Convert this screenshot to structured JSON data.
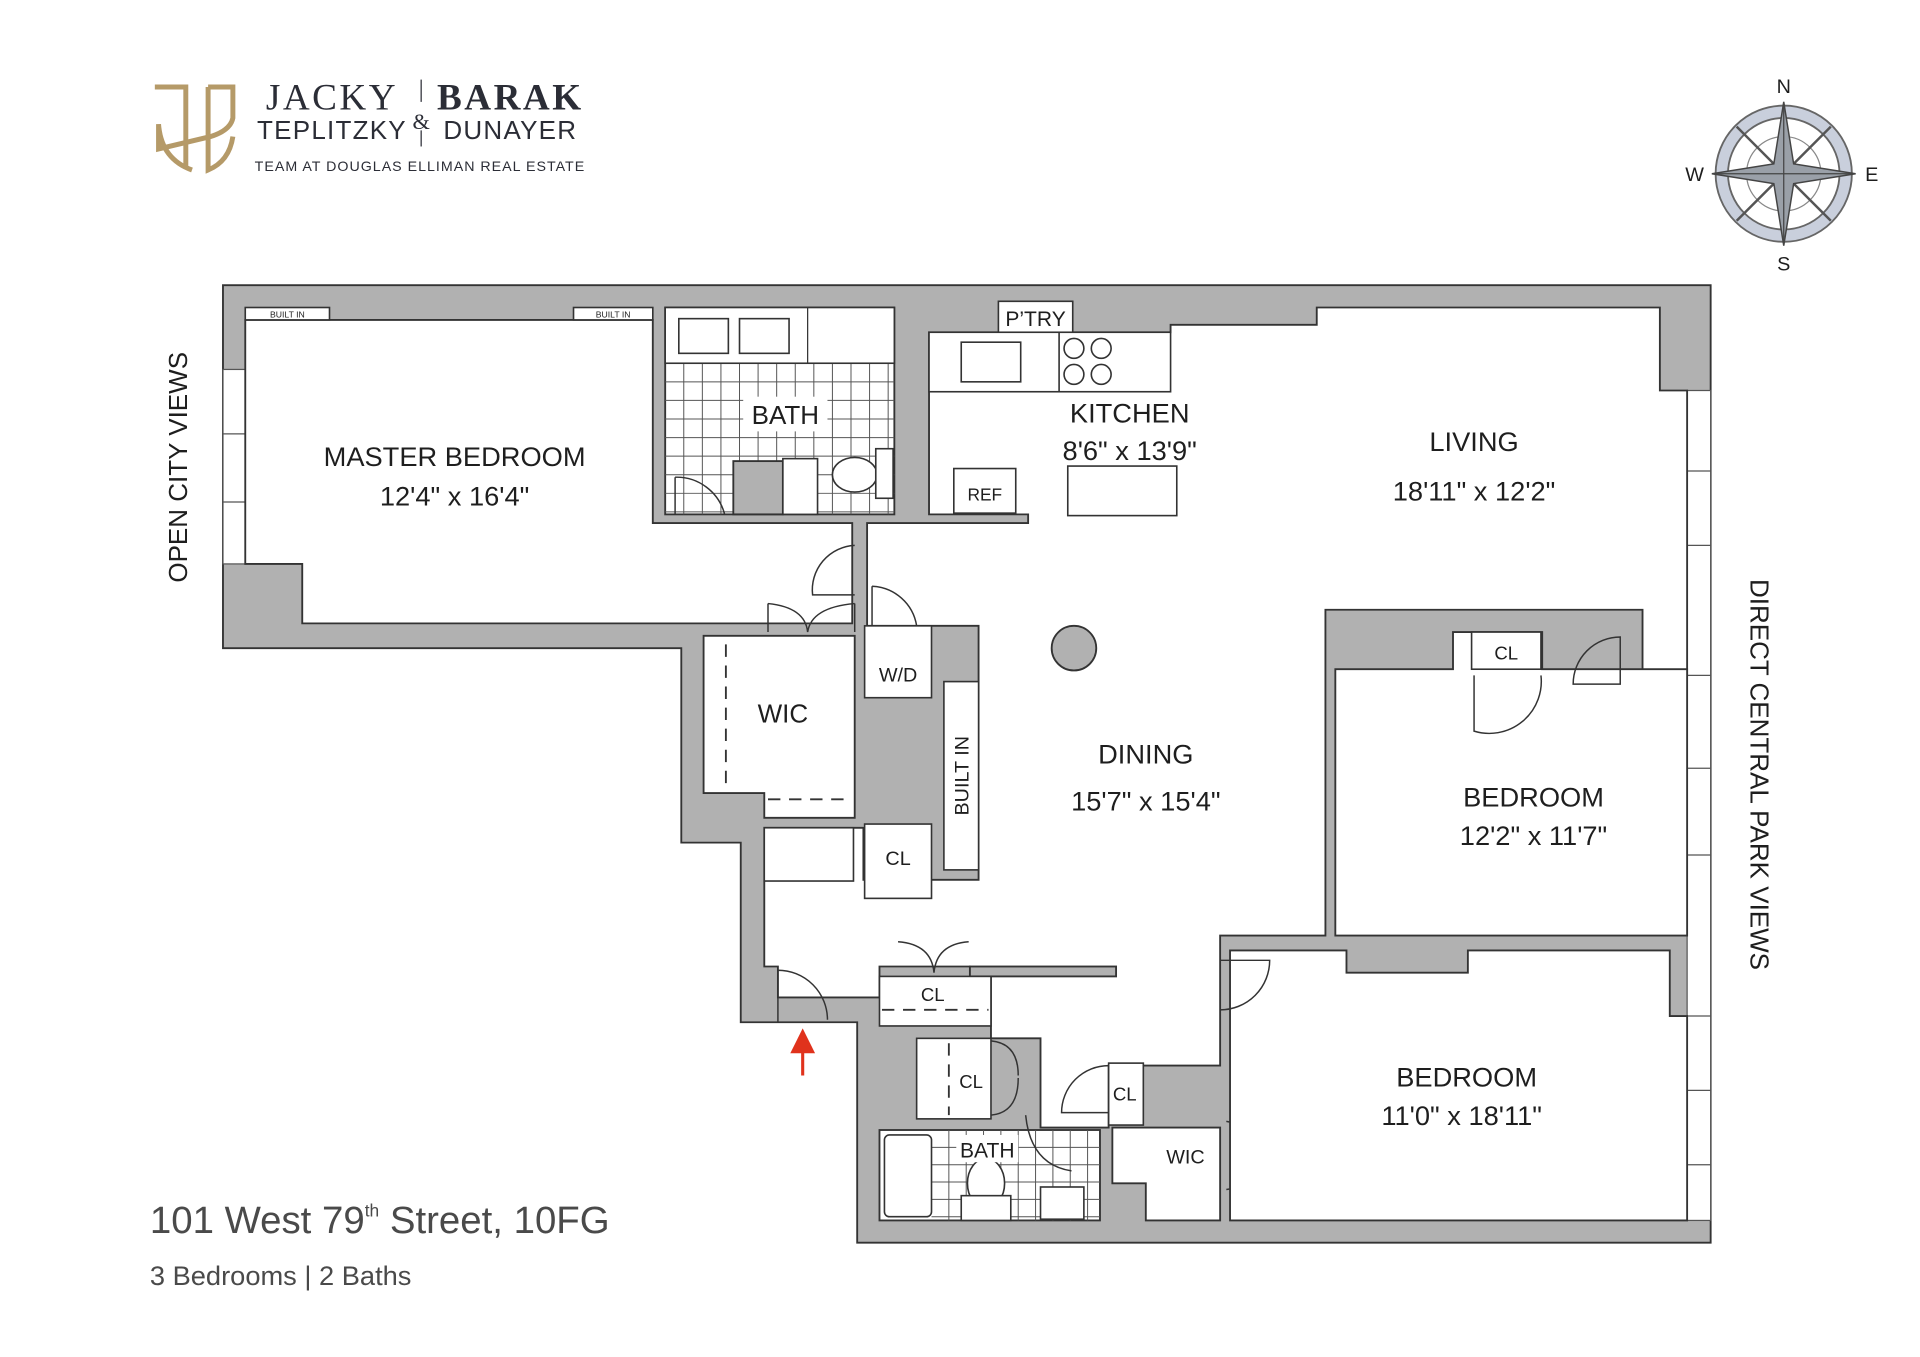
{
  "brand": {
    "name_1_first": "JACKY",
    "name_1_last": "TEPLITZKY",
    "ampersand": "&",
    "name_2_first": "BARAK",
    "name_2_last": "DUNAYER",
    "tagline": "TEAM AT DOUGLAS ELLIMAN REAL ESTATE",
    "logo_color": "#b59a68",
    "text_color": "#2b2d36"
  },
  "compass": {
    "n": "N",
    "s": "S",
    "e": "E",
    "w": "W"
  },
  "views": {
    "left": "OPEN CITY VIEWS",
    "right": "DIRECT CENTRAL PARK VIEWS"
  },
  "rooms": {
    "master_bedroom": {
      "name": "MASTER BEDROOM",
      "size": "12'4\" x 16'4\""
    },
    "master_bath": {
      "name": "BATH"
    },
    "kitchen": {
      "name": "KITCHEN",
      "size": "8'6\" x 13'9\""
    },
    "pantry": {
      "name": "P’TRY"
    },
    "ref": {
      "name": "REF"
    },
    "living": {
      "name": "LIVING",
      "size": "18'11\" x 12'2\""
    },
    "dining": {
      "name": "DINING",
      "size": "15'7\" x 15'4\""
    },
    "wic_master": {
      "name": "WIC"
    },
    "wd": {
      "name": "W/D"
    },
    "built_in_hall": {
      "name": "BUILT IN"
    },
    "built_in_1": {
      "name": "BUILT IN"
    },
    "built_in_2": {
      "name": "BUILT IN"
    },
    "cl_hall": {
      "name": "CL"
    },
    "cl_foyer": {
      "name": "CL"
    },
    "cl_2": {
      "name": "CL"
    },
    "cl_3": {
      "name": "CL"
    },
    "cl_bedroom2": {
      "name": "CL"
    },
    "bedroom_2": {
      "name": "BEDROOM",
      "size": "12'2\" x 11'7\""
    },
    "bedroom_3": {
      "name": "BEDROOM",
      "size": "11'0\" x 18'11\""
    },
    "bath_2": {
      "name": "BATH"
    },
    "wic_2": {
      "name": "WIC"
    }
  },
  "listing": {
    "address_pre": "101 West 79",
    "address_sup": "th",
    "address_post": " Street, 10FG",
    "summary": "3 Bedrooms | 2 Baths"
  },
  "colors": {
    "wall": "#b1b1b1",
    "entry_arrow": "#e0321c"
  }
}
